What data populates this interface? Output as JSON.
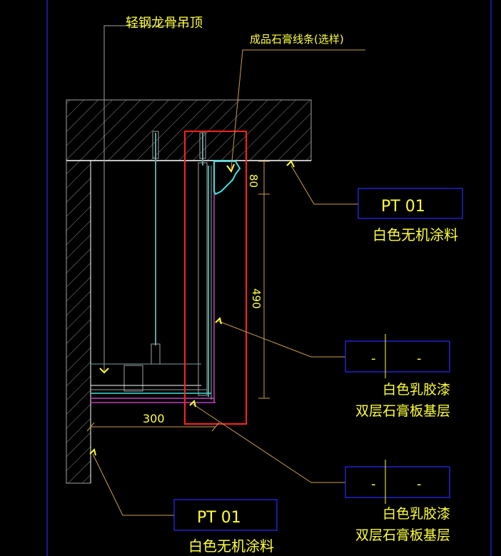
{
  "labels": {
    "ceiling_callout": "轻钢龙骨吊顶",
    "molding_callout": "成品石膏线条(选样)",
    "dim_80": "80",
    "dim_490": "490",
    "dim_300": "300",
    "tag1_code": "PT   01",
    "tag1_desc": "白色无机涂料",
    "tag2_left": "-",
    "tag2_right": "-",
    "tag2_desc1": "白色乳胶漆",
    "tag2_desc2": "双层石膏板基层",
    "tag3_left": "-",
    "tag3_right": "-",
    "tag3_desc1": "白色乳胶漆",
    "tag3_desc2": "双层石膏板基层",
    "tag4_code": "PT   01",
    "tag4_desc": "白色无机涂料"
  },
  "colors": {
    "background": "#000000",
    "frame_blue": "#2a2aff",
    "label_yellow": "#ffff3c",
    "leader_orange": "#c8a050",
    "wall_gray": "#a0a0a0",
    "highlight_red": "#ff2020",
    "cyan": "#40e0e0",
    "magenta": "#c040c0",
    "white": "#ffffff"
  }
}
